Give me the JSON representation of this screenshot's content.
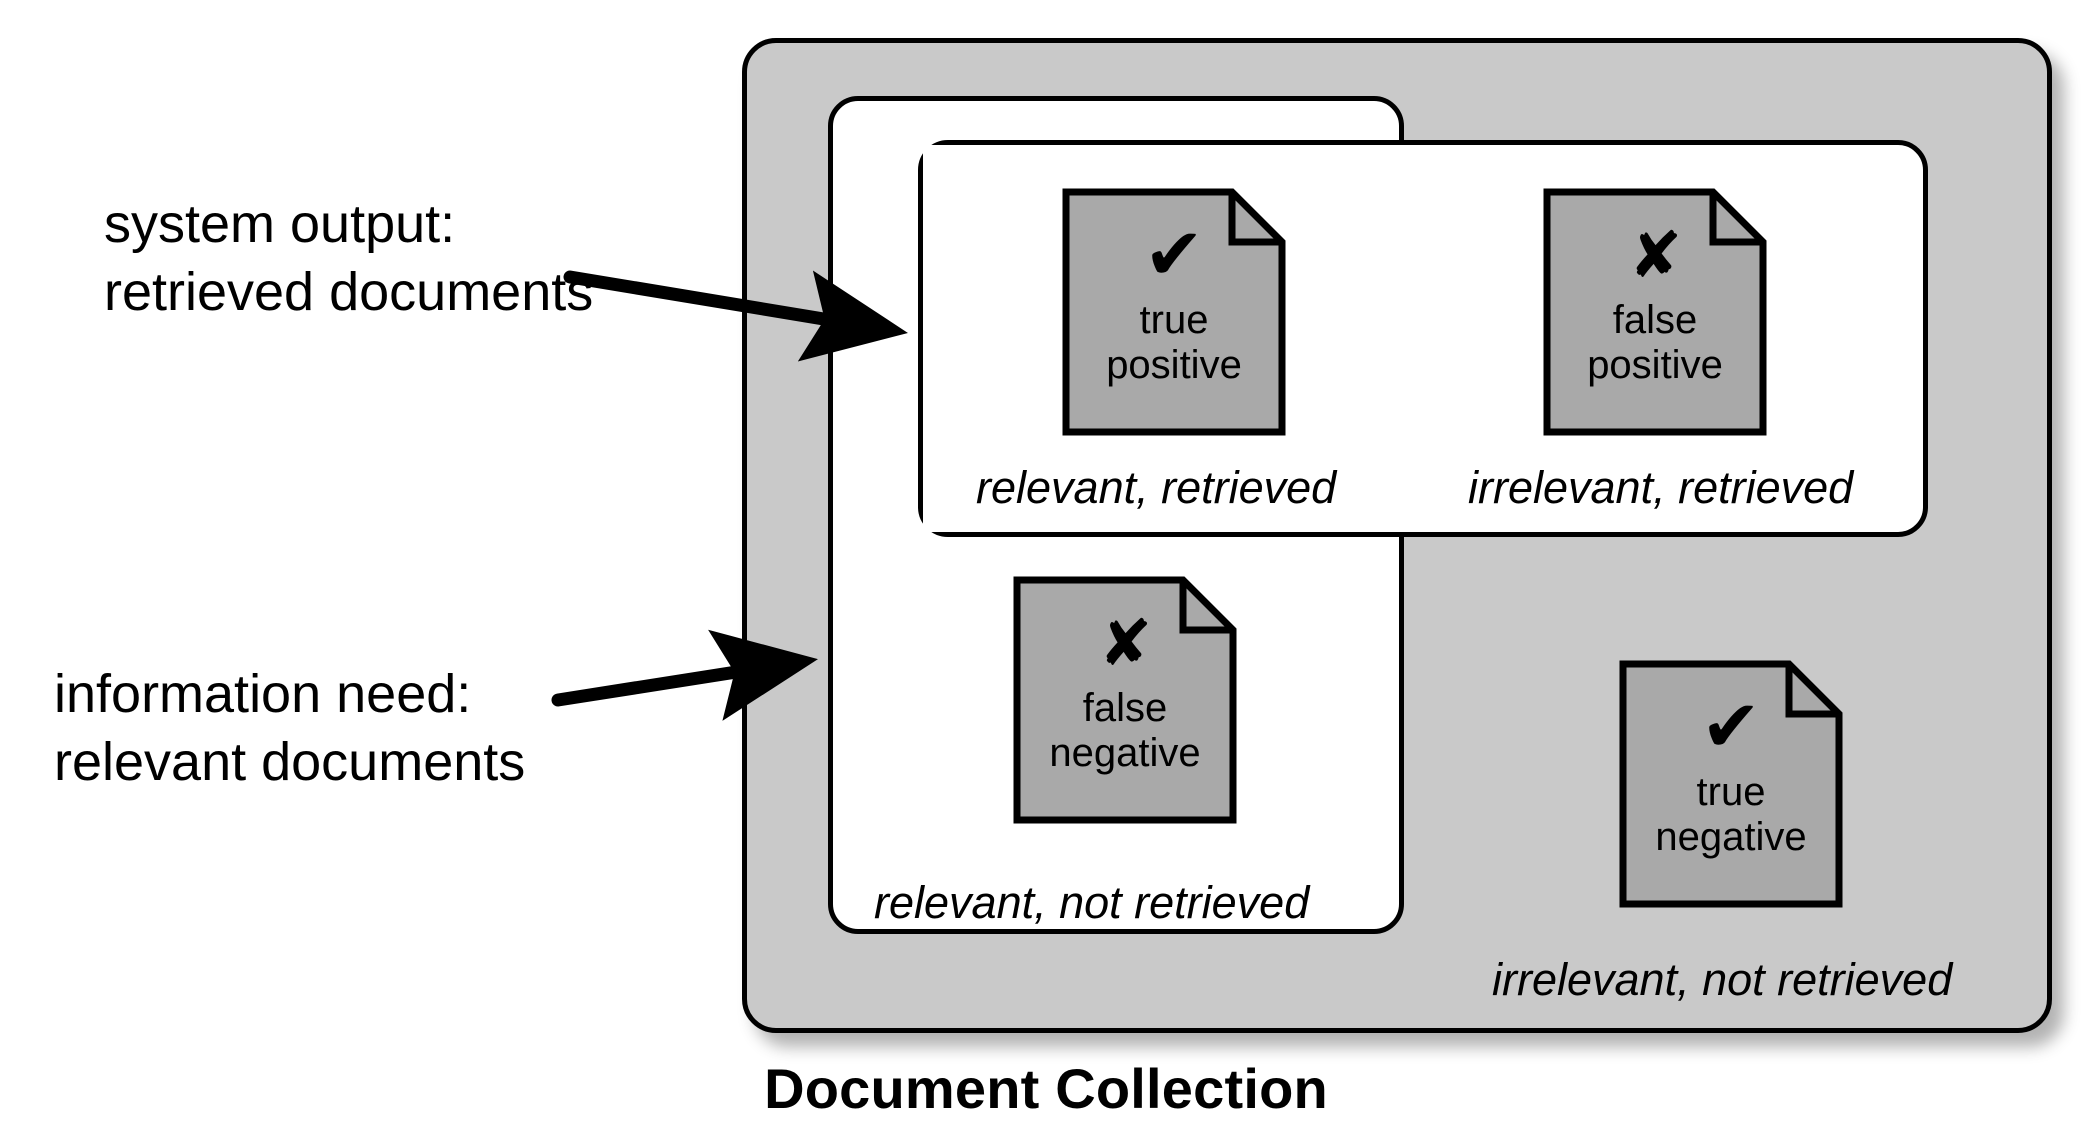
{
  "title": "Document Collection",
  "colors": {
    "collection_fill": "#c9c9c9",
    "set_fill": "#ffffff",
    "document_fill": "#a9a9a9",
    "stroke": "#000000",
    "background": "#ffffff"
  },
  "annotations": [
    {
      "name": "system-output",
      "line1": "system output:",
      "line2": "retrieved documents"
    },
    {
      "name": "information-need",
      "line1": "information need:",
      "line2": "relevant documents"
    }
  ],
  "quadrants": [
    {
      "key": "true-positive",
      "caption": "relevant, retrieved",
      "doc_mark": "check-icon",
      "doc_mark_glyph": "✔",
      "doc_label_line1": "true",
      "doc_label_line2": "positive"
    },
    {
      "key": "false-positive",
      "caption": "irrelevant, retrieved",
      "doc_mark": "x-icon",
      "doc_mark_glyph": "✘",
      "doc_label_line1": "false",
      "doc_label_line2": "positive"
    },
    {
      "key": "false-negative",
      "caption": "relevant, not retrieved",
      "doc_mark": "x-icon",
      "doc_mark_glyph": "✘",
      "doc_label_line1": "false",
      "doc_label_line2": "negative"
    },
    {
      "key": "true-negative",
      "caption": "irrelevant, not retrieved",
      "doc_mark": "check-icon",
      "doc_mark_glyph": "✔",
      "doc_label_line1": "true",
      "doc_label_line2": "negative"
    }
  ]
}
